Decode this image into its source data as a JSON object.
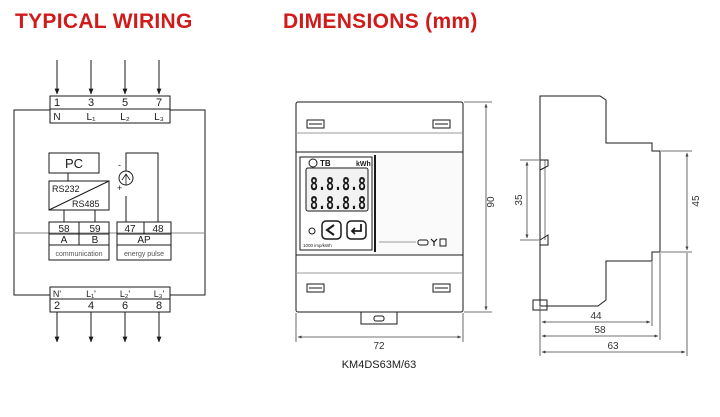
{
  "colors": {
    "heading": "#d11a1a",
    "line": "#1a1a1a",
    "dim": "#444444",
    "fill": "#f2f2f2"
  },
  "headings": {
    "wiring": "TYPICAL WIRING",
    "dimensions": "DIMENSIONS (mm)"
  },
  "wiring": {
    "top_terminals": {
      "numbers": [
        "1",
        "3",
        "5",
        "7"
      ],
      "labels": [
        "N",
        "L₁",
        "L₂",
        "L₃"
      ]
    },
    "bottom_terminals": {
      "labels": [
        "N'",
        "L₁'",
        "L₂'",
        "L₃'"
      ],
      "numbers": [
        "2",
        "4",
        "6",
        "8"
      ]
    },
    "pc_label": "PC",
    "converter": {
      "top": "RS232",
      "bottom": "RS485"
    },
    "comm_block": {
      "terminals": [
        "58",
        "59"
      ],
      "signals": [
        "A",
        "B"
      ],
      "caption": "communication"
    },
    "pulse_block": {
      "terminals": [
        "47",
        "48"
      ],
      "signal": "AP",
      "caption": "energy pulse"
    },
    "counter_symbols": {
      "minus": "-",
      "plus": "+"
    }
  },
  "front_view": {
    "lcd_top": "8.8.8.8",
    "lcd_bottom": "8.8.8.8",
    "lcd_unit": "kWh",
    "brand": "TB",
    "pulse_rate": "1000 imp/kWh",
    "model": "KM4DS63M/63",
    "width": "72",
    "height": "90"
  },
  "side_view": {
    "rail": "35",
    "height": "45",
    "depths": [
      "44",
      "58",
      "63"
    ]
  }
}
